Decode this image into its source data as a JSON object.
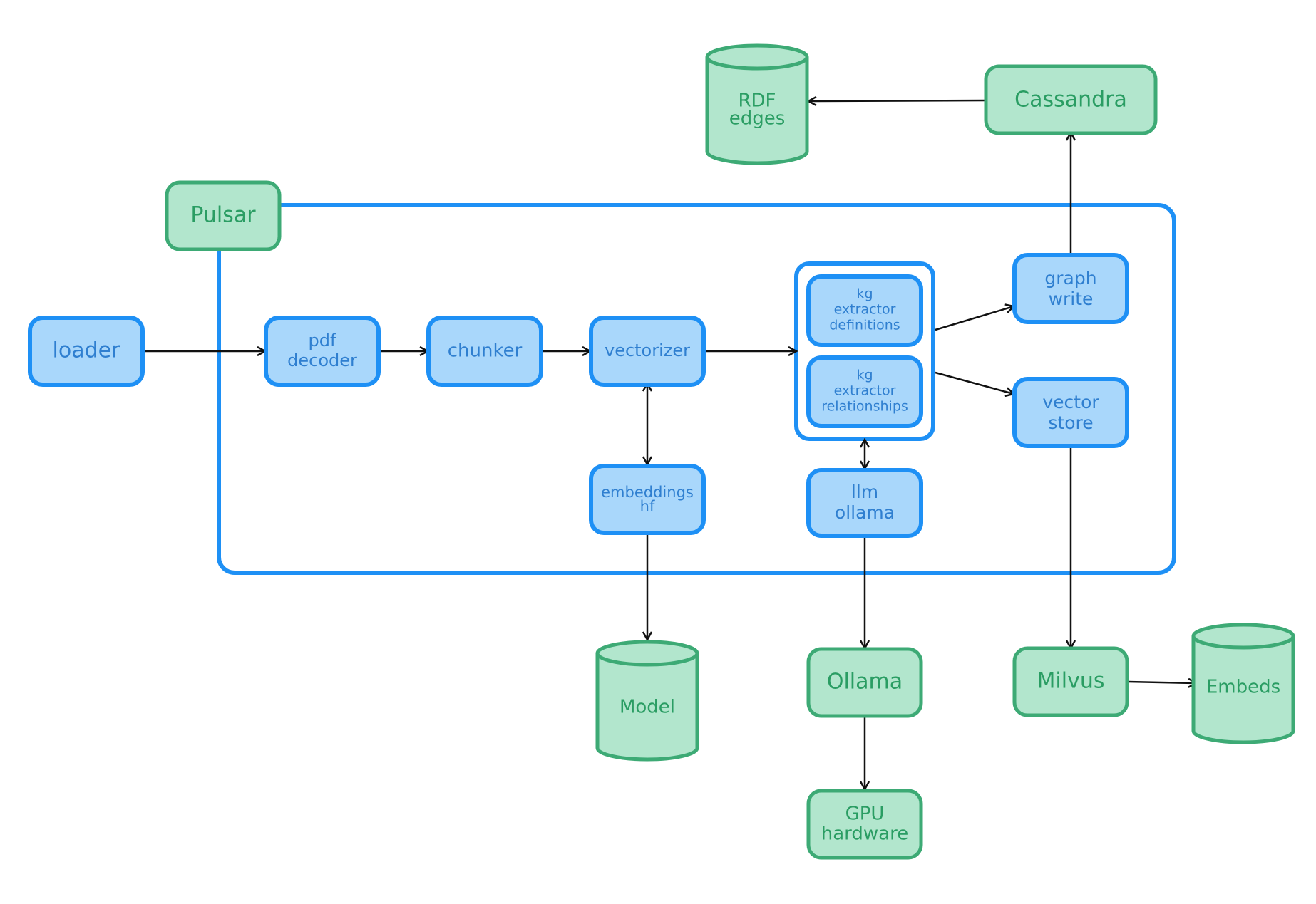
{
  "colors": {
    "blue_fill": "#a9d7fb",
    "blue_stroke": "#1e90f5",
    "blue_text": "#2f7fd0",
    "green_fill": "#b2e6cd",
    "green_stroke": "#3daa75",
    "green_text": "#2a9d63",
    "arrow": "#111111"
  },
  "nodes": {
    "loader": "loader",
    "pdf_decoder": [
      "pdf",
      "decoder"
    ],
    "chunker": "chunker",
    "vectorizer": "vectorizer",
    "kg_definitions": [
      "kg",
      "extractor",
      "definitions"
    ],
    "kg_relationships": [
      "kg",
      "extractor",
      "relationships"
    ],
    "graph_write": [
      "graph",
      "write"
    ],
    "vector_store": [
      "vector",
      "store"
    ],
    "embeddings_hf": [
      "embeddings",
      "hf"
    ],
    "llm_ollama": [
      "llm",
      "ollama"
    ],
    "pulsar": "Pulsar",
    "cassandra": "Cassandra",
    "rdf_edges": [
      "RDF",
      "edges"
    ],
    "model": "Model",
    "ollama": "Ollama",
    "gpu_hardware": [
      "GPU",
      "hardware"
    ],
    "milvus": "Milvus",
    "embeds": "Embeds"
  }
}
